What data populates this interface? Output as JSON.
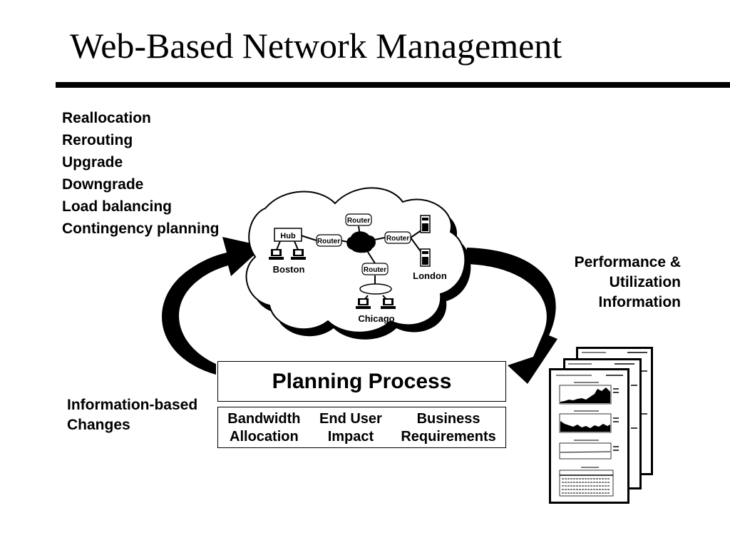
{
  "title": "Web-Based Network Management",
  "actions": [
    "Reallocation",
    "Rerouting",
    "Upgrade",
    "Downgrade",
    "Load balancing",
    "Contingency planning"
  ],
  "performance_label": [
    "Performance &",
    "Utilization",
    "Information"
  ],
  "information_changes": [
    "Information-based",
    "Changes"
  ],
  "planning": {
    "title": "Planning Process",
    "factors": [
      {
        "line1": "Bandwidth",
        "line2": "Allocation"
      },
      {
        "line1": "End User",
        "line2": "Impact"
      },
      {
        "line1": "Business",
        "line2": "Requirements"
      }
    ]
  },
  "network": {
    "hub": "Hub",
    "router": "Router",
    "sites": {
      "boston": "Boston",
      "london": "London",
      "chicago": "Chicago"
    }
  }
}
